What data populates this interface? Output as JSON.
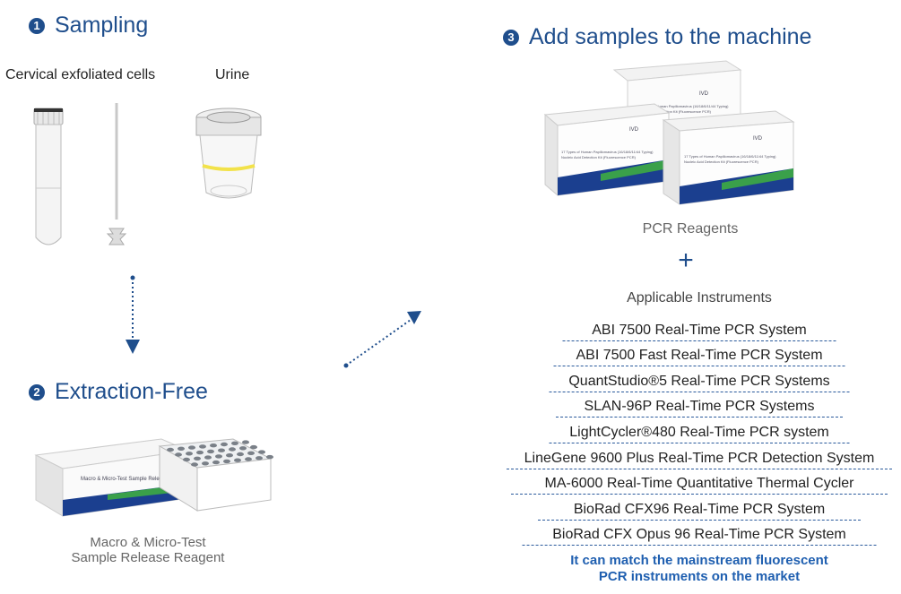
{
  "step1": {
    "number": "1",
    "title": "Sampling"
  },
  "step2": {
    "number": "2",
    "title": "Extraction-Free"
  },
  "step3": {
    "number": "3",
    "title": "Add samples to the machine"
  },
  "samples": {
    "cervical": "Cervical exfoliated cells",
    "urine": "Urine"
  },
  "reagent_caption": {
    "line1": "Macro & Micro-Test",
    "line2": "Sample Release Reagent"
  },
  "pcr_reagents": "PCR Reagents",
  "plus": "+",
  "instruments_header": "Applicable Instruments",
  "instruments": [
    "ABI 7500 Real-Time PCR System",
    "ABI 7500 Fast Real-Time PCR System",
    "QuantStudio®5 Real-Time PCR Systems",
    "SLAN-96P Real-Time PCR Systems",
    "LightCycler®480 Real-Time PCR system",
    "LineGene 9600 Plus Real-Time PCR Detection System",
    "MA-6000 Real-Time Quantitative Thermal Cycler",
    "BioRad CFX96 Real-Time PCR System",
    "BioRad CFX Opus 96 Real-Time PCR System"
  ],
  "footer": {
    "line1": "It can match the mainstream fluorescent",
    "line2": "PCR instruments on the market"
  },
  "box_text": {
    "ivd": "IVD",
    "kit_line1": "17 Types of Human Papillomavirus (16/18/6/11/44 Typing)",
    "kit_line2": "Nucleic Acid Detection Kit (Fluorescence PCR)",
    "release_line": "Macro & Micro-Test Sample Release Reagent"
  },
  "colors": {
    "accent": "#1f4e8c",
    "link": "#1f5fb0",
    "box_green": "#3aa04a",
    "box_blue": "#1b3f8f"
  }
}
